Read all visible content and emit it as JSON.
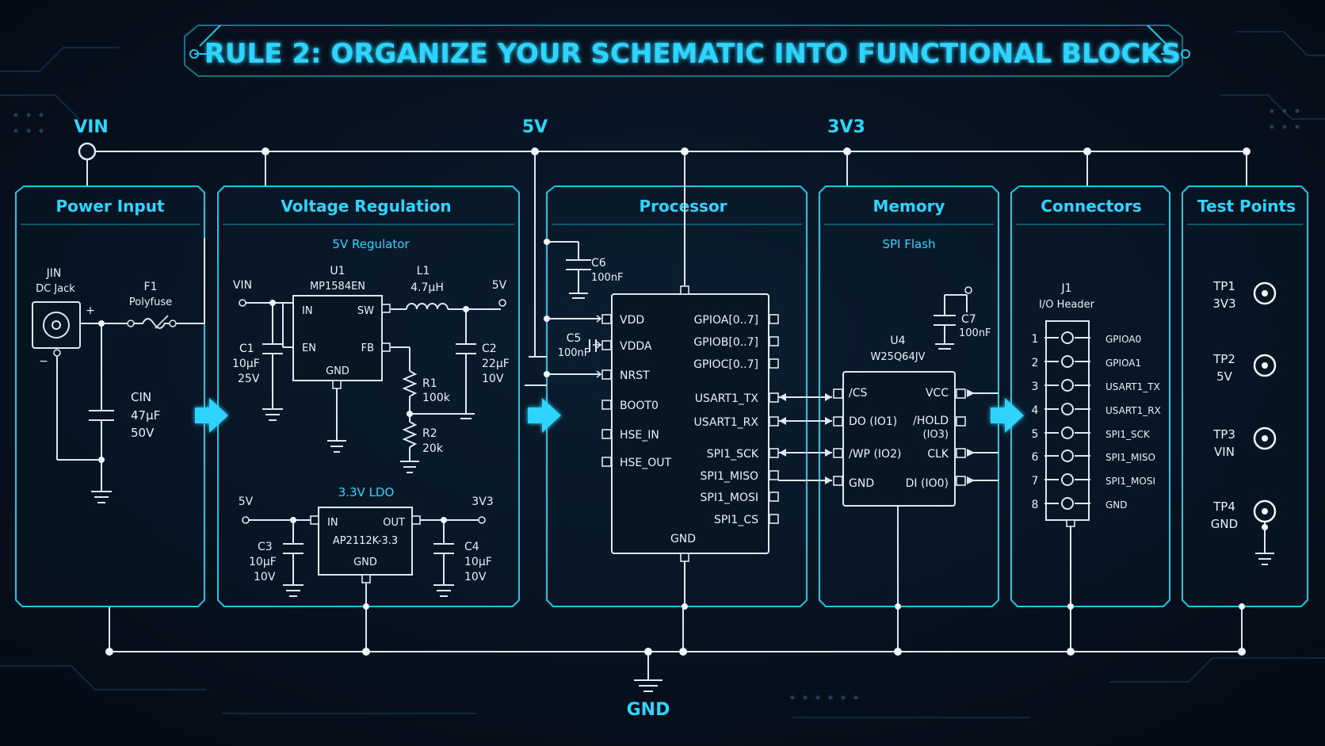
{
  "title": "RULE 2: ORGANIZE YOUR SCHEMATIC INTO FUNCTIONAL BLOCKS",
  "rails": {
    "vin": "VIN",
    "v5": "5V",
    "v3v3": "3V3",
    "gnd": "GND"
  },
  "blocks": {
    "power_input": "Power Input",
    "voltage_regulation": "Voltage Regulation",
    "processor": "Processor",
    "memory": "Memory",
    "connectors": "Connectors",
    "test_points": "Test Points"
  },
  "power_input": {
    "jin_ref": "JIN",
    "jin_name": "DC Jack",
    "plus": "+",
    "minus": "−",
    "f1_ref": "F1",
    "f1_name": "Polyfuse",
    "cin_ref": "CIN",
    "cin_val": "47μF",
    "cin_volt": "50V"
  },
  "reg5v": {
    "subtitle": "5V Regulator",
    "vin": "VIN",
    "vout": "5V",
    "u1_ref": "U1",
    "u1_part": "MP1584EN",
    "pin_in": "IN",
    "pin_sw": "SW",
    "pin_en": "EN",
    "pin_fb": "FB",
    "pin_gnd": "GND",
    "c1_ref": "C1",
    "c1_val": "10μF",
    "c1_volt": "25V",
    "l1_ref": "L1",
    "l1_val": "4.7μH",
    "c2_ref": "C2",
    "c2_val": "22μF",
    "c2_volt": "10V",
    "r1_ref": "R1",
    "r1_val": "100k",
    "r2_ref": "R2",
    "r2_val": "20k"
  },
  "ldo": {
    "subtitle": "3.3V LDO",
    "vin": "5V",
    "vout": "3V3",
    "part": "AP2112K-3.3",
    "pin_in": "IN",
    "pin_out": "OUT",
    "pin_gnd": "GND",
    "c3_ref": "C3",
    "c3_val": "10μF",
    "c3_volt": "10V",
    "c4_ref": "C4",
    "c4_val": "10μF",
    "c4_volt": "10V"
  },
  "processor": {
    "c6_ref": "C6",
    "c6_val": "100nF",
    "c5_ref": "C5",
    "c5_val": "100nF",
    "left_pins": [
      "VDD",
      "VDDA",
      "NRST",
      "BOOT0",
      "HSE_IN",
      "HSE_OUT"
    ],
    "right_pins": [
      "GPIOA[0..7]",
      "GPIOB[0..7]",
      "GPIOC[0..7]",
      "USART1_TX",
      "USART1_RX",
      "SPI1_SCK",
      "SPI1_MISO",
      "SPI1_MOSI",
      "SPI1_CS"
    ],
    "gnd": "GND"
  },
  "memory": {
    "subtitle": "SPI Flash",
    "c7_ref": "C7",
    "c7_val": "100nF",
    "u4_ref": "U4",
    "u4_part": "W25Q64JV",
    "left_pins": [
      "/CS",
      "DO (IO1)",
      "/WP (IO2)",
      "GND"
    ],
    "right_pins": [
      "VCC",
      "/HOLD",
      "CLK",
      "DI (IO0)"
    ],
    "hold_sub": "(IO3)"
  },
  "connectors": {
    "j1_ref": "J1",
    "j1_name": "I/O Header",
    "numbers": [
      "1",
      "2",
      "3",
      "4",
      "5",
      "6",
      "7",
      "8"
    ],
    "signals": [
      "GPIOA0",
      "GPIOA1",
      "USART1_TX",
      "USART1_RX",
      "SPI1_SCK",
      "SPI1_MISO",
      "SPI1_MOSI",
      "GND"
    ]
  },
  "test_points": [
    {
      "ref": "TP1",
      "net": "3V3"
    },
    {
      "ref": "TP2",
      "net": "5V"
    },
    {
      "ref": "TP3",
      "net": "VIN"
    },
    {
      "ref": "TP4",
      "net": "GND"
    }
  ],
  "colors": {
    "accent": "#2fd4ff",
    "wire": "#dce8f2",
    "background": "#06101c"
  }
}
